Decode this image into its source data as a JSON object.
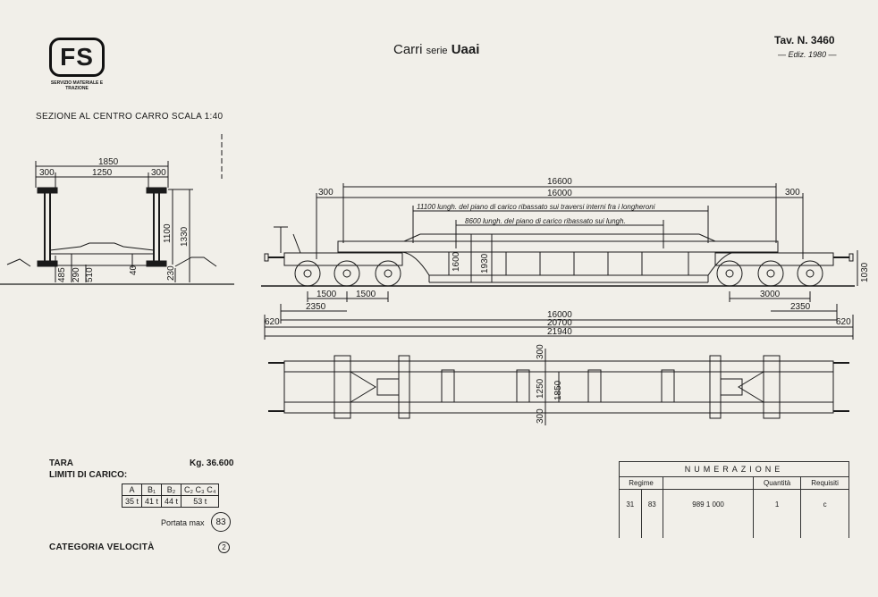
{
  "logo": {
    "text": "FS",
    "sub": "SERVIZIO MATERIALE E TRAZIONE"
  },
  "title": {
    "prefix": "Carri",
    "middle": "serie",
    "suffix": "Uaai"
  },
  "tav": "Tav. N. 3460",
  "edition": "— Ediz. 1980 —",
  "section_title": "SEZIONE AL CENTRO CARRO    SCALA 1:40",
  "section_dims": {
    "width_total": "1850",
    "width_inner": "1250",
    "left_300": "300",
    "right_300": "300",
    "h_1100": "1100",
    "h_1330": "1330",
    "h_485": "485",
    "h_290": "290",
    "h_510": "510",
    "h_40": "40",
    "h_230": "230"
  },
  "side_dims": {
    "d16600": "16600",
    "d16000_top": "16000",
    "d300_left": "300",
    "d300_right": "300",
    "d11100_label": "11100 lungh. del piano di carico ribassato sui traversi interni fra i longheroni",
    "d8600_label": "8600 lungh. del piano di carico ribassato sui lungh.",
    "d1600": "1600",
    "d1930": "1930",
    "d1030": "1030",
    "d1500a": "1500",
    "d1500b": "1500",
    "d2350_left": "2350",
    "d3000": "3000",
    "d2350_right": "2350",
    "d16000": "16000",
    "d620_left": "620",
    "d20700": "20700",
    "d620_right": "620",
    "d21940": "21940"
  },
  "plan_dims": {
    "d300_top": "300",
    "d1250": "1250",
    "d1850": "1850",
    "d300_bottom": "300"
  },
  "tara": {
    "label": "TARA",
    "value": "Kg. 36.600"
  },
  "limits": {
    "label": "LIMITI DI CARICO:",
    "headers": [
      "A",
      "B₁",
      "B₂",
      "C₂ C₃ C₄"
    ],
    "values": [
      "35 t",
      "41 t",
      "44 t",
      "53 t"
    ]
  },
  "portata": {
    "label": "Portata max",
    "value": "83"
  },
  "categoria": {
    "label": "CATEGORIA VELOCITÀ",
    "value": "2"
  },
  "numerazione": {
    "title": "NUMERAZIONE",
    "headers": {
      "regime": "Regime",
      "quantita": "Quantità",
      "requisiti": "Requisiti"
    },
    "row": {
      "r1": "31",
      "r2": "83",
      "number": "989 1 000",
      "quantita": "1",
      "requisiti": "c"
    }
  }
}
